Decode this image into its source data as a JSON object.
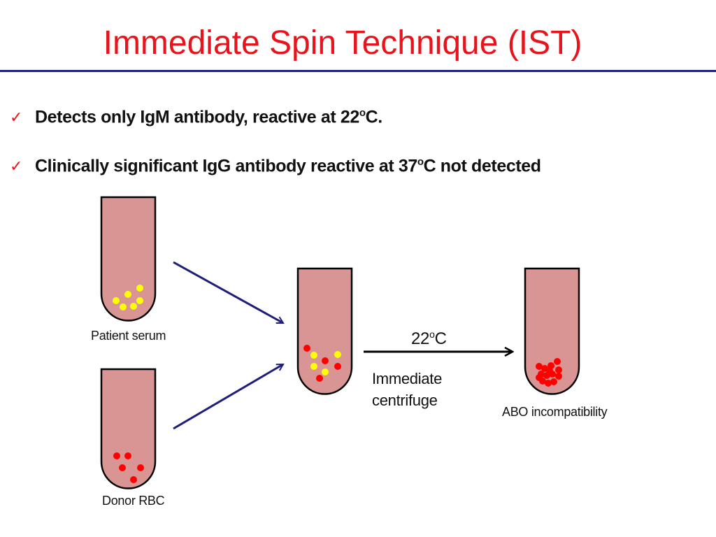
{
  "slide": {
    "title": "Immediate Spin Technique (IST)",
    "bullets": [
      {
        "text_before": "Detects only IgM antibody, reactive at 22",
        "sup": "o",
        "text_after": "C."
      },
      {
        "text_before": "Clinically significant IgG antibody reactive at 37",
        "sup": "o",
        "text_after": "C not detected"
      }
    ]
  },
  "diagram": {
    "labels": {
      "patient_serum": "Patient serum",
      "donor_rbc": "Donor RBC",
      "temperature_value": "22",
      "temperature_sup": "o",
      "temperature_unit": "C",
      "centrifuge_line1": "Immediate",
      "centrifuge_line2": "centrifuge",
      "result": "ABO incompatibility"
    },
    "colors": {
      "title": "#e8141b",
      "check": "#e8141b",
      "rule": "#1f1f7a",
      "tube_fill": "#d99594",
      "tube_stroke": "#000000",
      "antibody": "#ffff00",
      "rbc": "#ff0000",
      "arrow_blue": "#1f1f7a",
      "arrow_black": "#000000"
    }
  }
}
